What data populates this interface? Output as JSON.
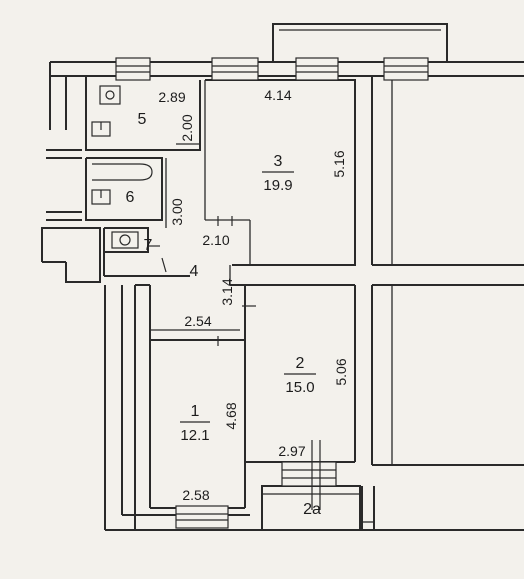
{
  "rooms": [
    {
      "id": "1",
      "area": "12.1"
    },
    {
      "id": "2",
      "area": "15.0"
    },
    {
      "id": "3",
      "area": "19.9"
    },
    {
      "id": "4"
    },
    {
      "id": "5"
    },
    {
      "id": "6"
    },
    {
      "id": "7"
    },
    {
      "id": "2a"
    }
  ],
  "dimensions": {
    "r5_width": "2.89",
    "r5_depth": "2.00",
    "r3_width": "4.14",
    "r3_depth": "5.16",
    "corridor_length": "3.00",
    "hall_width": "2.10",
    "hall_depth": "3.14",
    "r1_top_width": "2.54",
    "r1_depth": "4.68",
    "r1_bottom_width": "2.58",
    "r2_depth": "5.06",
    "r2_width": "2.97"
  }
}
